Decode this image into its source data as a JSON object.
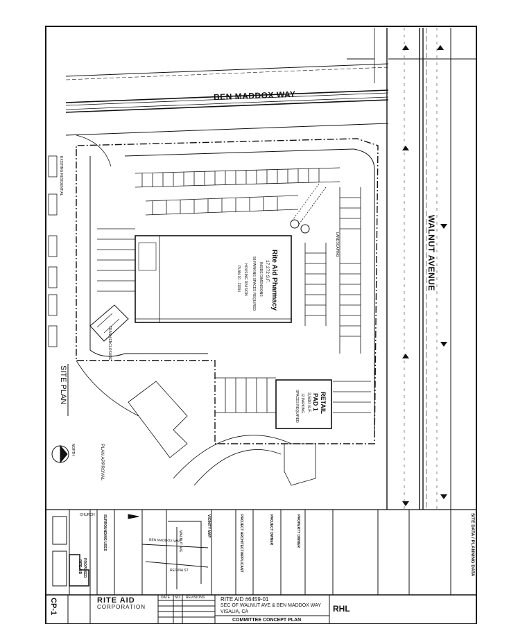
{
  "streets": {
    "ben_maddox": "BEN MADDOX WAY",
    "walnut": "WALNUT AVENUE"
  },
  "main_building": {
    "name": "Rite Aid Pharmacy",
    "area": "17,272 S.F.",
    "lines": [
      "INSIDE DIMENSIONS",
      "58 PARKING SPACES REQUIRED",
      "HOUSING DIVISION",
      "PLAN 10 - 11094"
    ]
  },
  "retail_pad": {
    "title": "RETAIL",
    "subtitle": "PAD 1",
    "area": "3,500 S.F.",
    "parking": "12 PARKING",
    "parking2": "SPACES REQUIRED"
  },
  "site_plan_label": "SITE PLAN",
  "north_label": "NORTH",
  "plan_approval": "PLAN APPROVAL",
  "title_block": {
    "company_line1": "RITE AID",
    "company_line2": "CORPORATION",
    "project_number": "RITE AID #6459-01",
    "location_line1": "SEC OF WALNUT AVE & BEN MADDOX WAY",
    "location_line2": "VISALIA, CA",
    "plan_title": "COMMITTEE CONCEPT PLAN",
    "sheet_number": "CP-1",
    "firm": "RHL",
    "date_col": "DATE",
    "no_col": "NO.",
    "revisions_col": "REVISIONS"
  },
  "site_data_heading": "SITE DATA / PLANNING DATA",
  "sidebar_sections": {
    "vicinity_map": "VICINITY MAP",
    "project_architect": "PROJECT ARCHITECT/APPLICANT",
    "project_owner": "PROJECT OWNER",
    "property_owner": "PROPERTY OWNER",
    "surrounding_uses": "SURROUNDING USES",
    "church": "CHURCH",
    "proposed": "PROPOSED",
    "proposed2": "RITE AID"
  },
  "vicinity_streets": {
    "ben_maddox": "BEN MADDOX WAY",
    "walnut": "WALNUT AVE",
    "regina": "REGINA ST"
  },
  "existing_labels": {
    "residential": "EXISTING RESIDENTIAL",
    "trash": "TRASH ENCLOSURE",
    "landscaping": "LANDSCAPING"
  },
  "colors": {
    "ink": "#111111",
    "paper": "#ffffff"
  }
}
